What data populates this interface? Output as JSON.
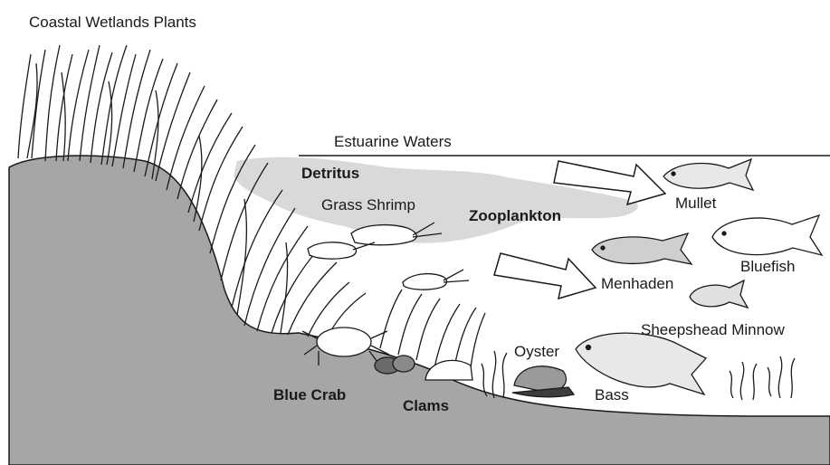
{
  "title": "Coastal Wetlands Plants",
  "labels": {
    "estuarine_waters": "Estuarine Waters",
    "detritus": "Detritus",
    "grass_shrimp": "Grass Shrimp",
    "zooplankton": "Zooplankton",
    "mullet": "Mullet",
    "bluefish": "Bluefish",
    "menhaden": "Menhaden",
    "sheepshead_minnow": "Sheepshead Minnow",
    "oyster": "Oyster",
    "bass": "Bass",
    "blue_crab": "Blue Crab",
    "clams": "Clams"
  },
  "colors": {
    "shore": "#a6a6a6",
    "outline": "#1a1a1a",
    "cloud": "#d9d9d9",
    "fish_fill": "#e8e8e8"
  }
}
